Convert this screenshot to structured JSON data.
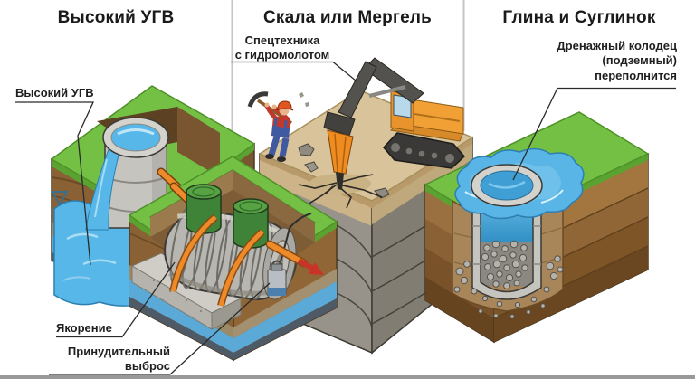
{
  "titles": {
    "left": "Высокий УГВ",
    "middle": "Скала или Мергель",
    "right": "Глина и Суглинок"
  },
  "callouts": {
    "high_gwl": "Высокий УГВ",
    "equipment": "Спецтехника\nс гидромолотом",
    "drain_well": "Дренажный колодец\n(подземный)\nпереполнится",
    "anchoring": "Якорение",
    "forced_discharge": "Принудительный\nвыброс"
  },
  "colors": {
    "background": "#ffffff",
    "grass": "#74c044",
    "soil": "#8a6134",
    "rock_gray": "#97938a",
    "sand_top": "#d9c39a",
    "water_blue": "#57b7e8",
    "concrete": "#c6c4be",
    "excavator_orange": "#f0a035",
    "pipe_orange": "#ed8b2a",
    "arrow_red": "#c8342a",
    "tank_gray": "#b8b6b0",
    "riser_green": "#3f8338",
    "divider_gray": "#c6c6c4",
    "label_text": "#1f1f1f"
  }
}
